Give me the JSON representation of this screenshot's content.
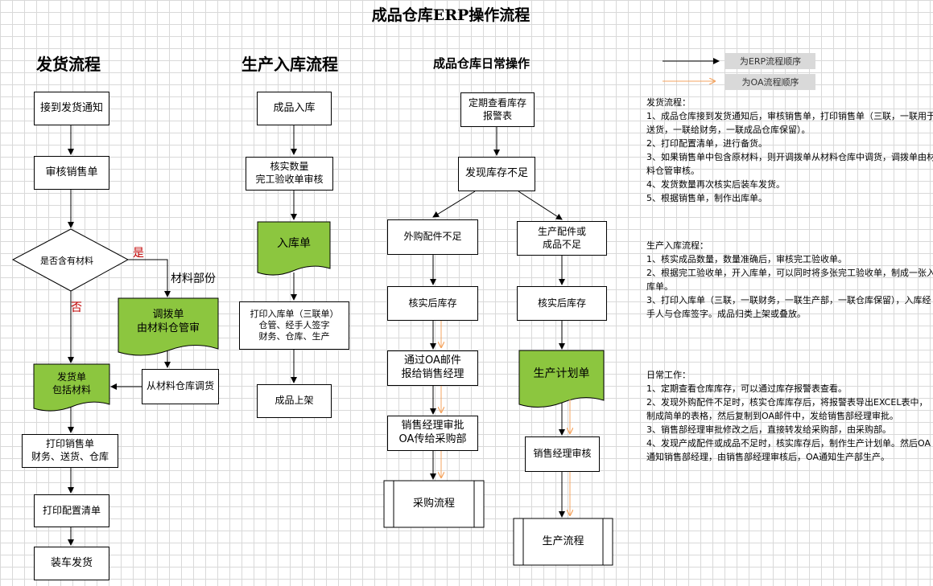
{
  "title": "成品仓库ERP操作流程",
  "legend": {
    "erp": "为ERP流程顺序",
    "oa": "为OA流程顺序"
  },
  "sections": {
    "shipping": "发货流程",
    "production_in": "生产入库流程",
    "daily": "成品仓库日常操作"
  },
  "shipping": {
    "receive_notice": "接到发货通知",
    "review_order": "审核销售单",
    "has_material": "是否含有材料",
    "yes": "是",
    "no": "否",
    "material_part": "材料部份",
    "transfer_doc": "调拨单\n由材料仓管审",
    "transfer_from_material": "从材料仓库调货",
    "ship_doc": "发货单\n包括材料",
    "print_sales": "打印销售单\n财务、送货、仓库",
    "print_config": "打印配置清单",
    "load_ship": "装车发货"
  },
  "production_in": {
    "product_in": "成品入库",
    "verify_qty": "核实数量\n完工验收单审核",
    "in_doc": "入库单",
    "print_in": "打印入库单（三联单）\n仓管、经手人签字\n财务、仓库、生产",
    "shelve": "成品上架"
  },
  "daily": {
    "check_stock": "定期查看库存\n报警表",
    "found_short": "发现库存不足",
    "purchase_short": "外购配件不足",
    "produce_short": "生产配件或\n成品不足",
    "verify_stock_a": "核实后库存",
    "verify_stock_b": "核实后库存",
    "oa_mail": "通过OA邮件\n报给销售经理",
    "manager_approve": "销售经理审批\nOA传给采购部",
    "purchase_flow": "采购流程",
    "prod_plan": "生产计划单",
    "manager_review": "销售经理审核",
    "prod_flow": "生产流程"
  },
  "notes": {
    "shipping": [
      "发货流程：",
      "1、成品仓库接到发货通知后，审核销售单，打印销售单（三联，一联用于送货，一联给财务，一联成品仓库保留）。",
      "2、打印配置清单，进行备货。",
      "3、如果销售单中包含原材料，则开调拨单从材料仓库中调货，调拨单由材料仓管审核。",
      "4、发货数量再次核实后装车发货。",
      "5、根据销售单，制作出库单。"
    ],
    "production_in": [
      "生产入库流程：",
      "1、核实成品数量，数量准确后，审核完工验收单。",
      "2、根据完工验收单，开入库单，可以同时将多张完工验收单，制成一张入库单。",
      "3、打印入库单（三联，一联财务，一联生产部，一联仓库保留），入库经手人与仓库签字。成品归类上架或叠放。"
    ],
    "daily": [
      "日常工作：",
      "1、定期查看仓库库存，可以通过库存报警表查看。",
      "2、发现外购配件不足时，核实仓库库存后，将报警表导出EXCEL表中，制成简单的表格，然后复制到OA邮件中，发给销售部经理审批。",
      "3、销售部经理审批修改之后，直接转发给采购部，由采购部。",
      "4、发现产成配件或成品不足时，核实库存后，制作生产计划单。然后OA通知销售部经理，由销售部经理审核后，OA通知生产部生产。"
    ]
  },
  "colors": {
    "green": "#8cc63f",
    "orange": "#f4a460",
    "grid": "#d9d9d9"
  }
}
